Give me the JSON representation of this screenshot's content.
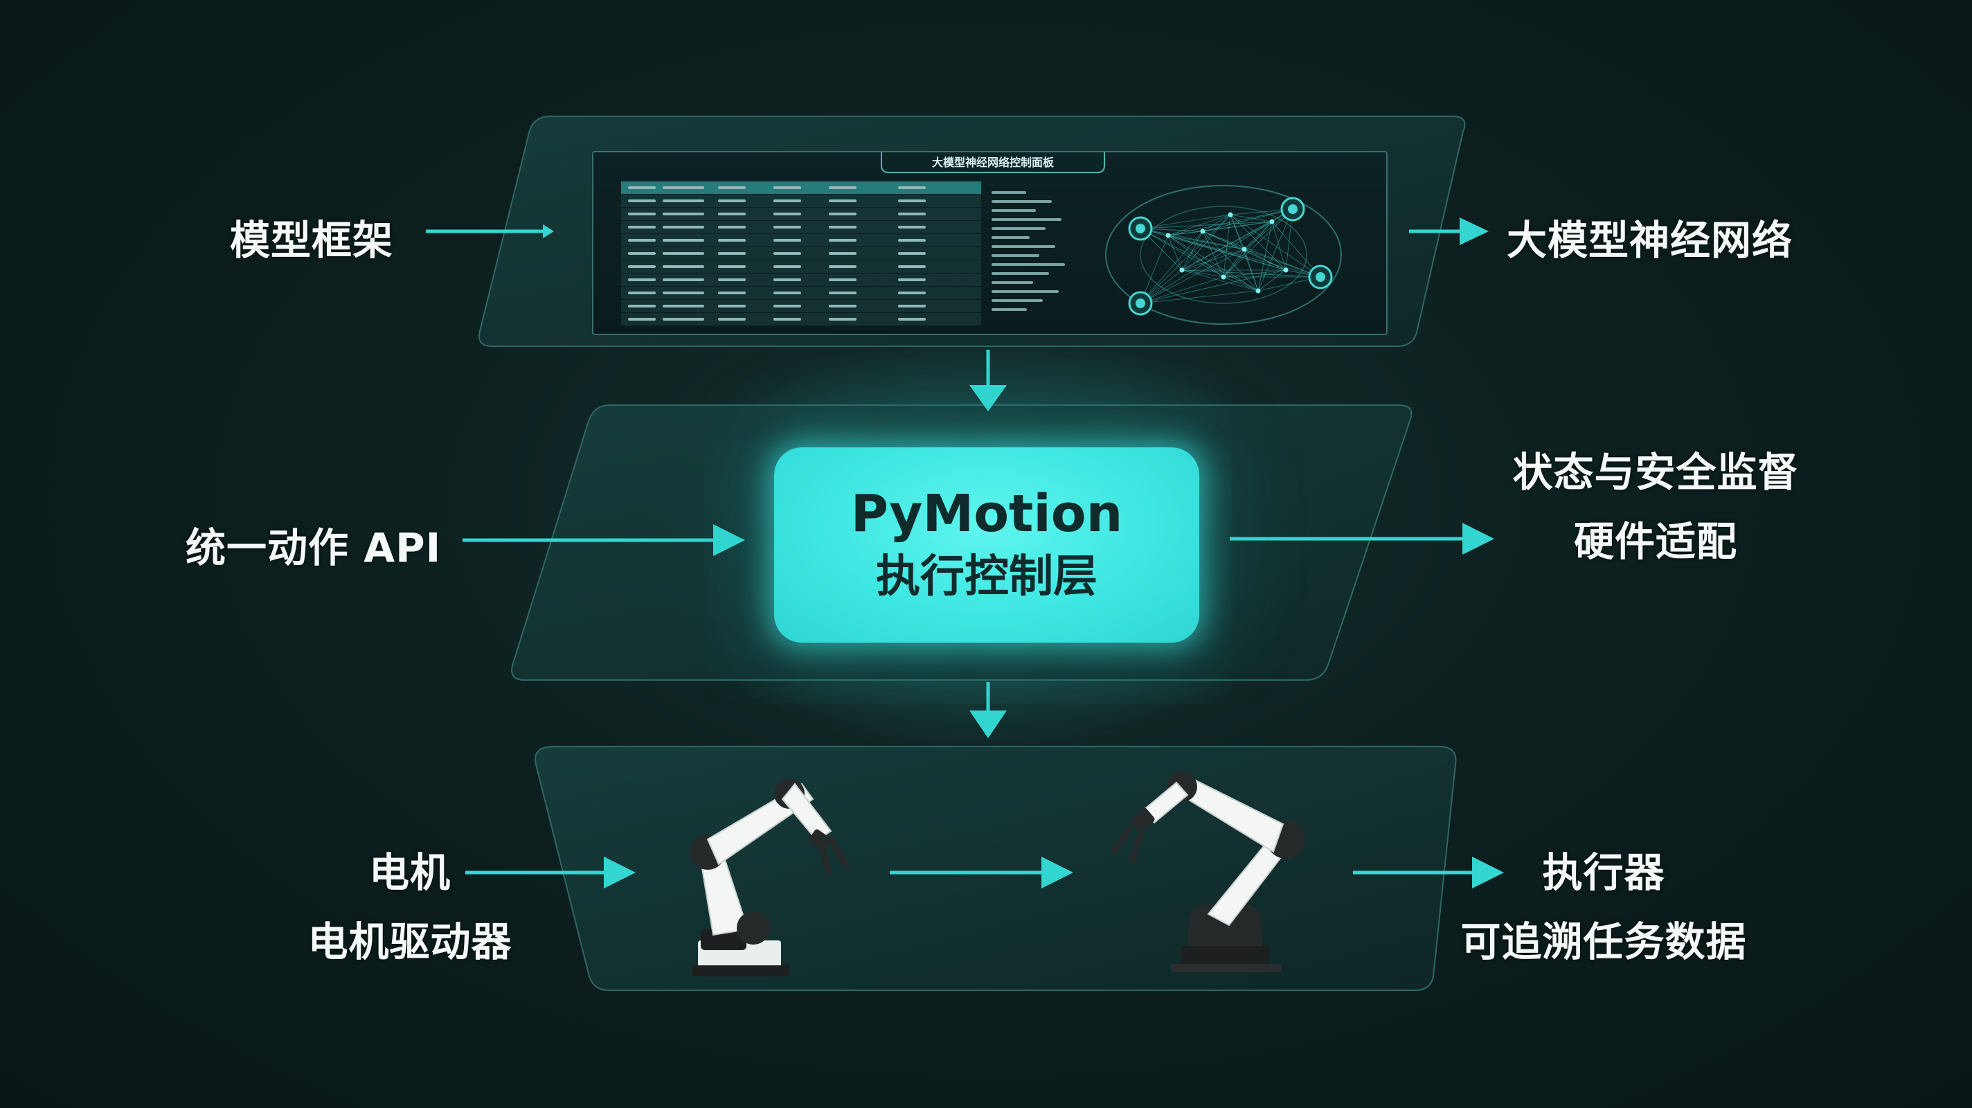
{
  "dashboard": {
    "title": "大模型神经网络控制面板"
  },
  "core": {
    "title": "PyMotion",
    "subtitle": "执行控制层"
  },
  "labels": {
    "top_left": "模型框架",
    "top_right": "大模型神经网络",
    "mid_left": "统一动作 API",
    "mid_right_line1": "状态与安全监督",
    "mid_right_line2": "硬件适配",
    "bottom_left_line1": "电机",
    "bottom_left_line2": "电机驱动器",
    "bottom_right_line1": "执行器",
    "bottom_right_line2": "可追溯任务数据"
  },
  "colors": {
    "accent": "#34d6d2",
    "core_fill": "#3ee6e2",
    "panel_fill": "#12302f",
    "background": "#0d1f1f"
  },
  "icons": {
    "robot_arm_left": "robot-arm-icon",
    "robot_arm_right": "robot-arm-icon"
  }
}
